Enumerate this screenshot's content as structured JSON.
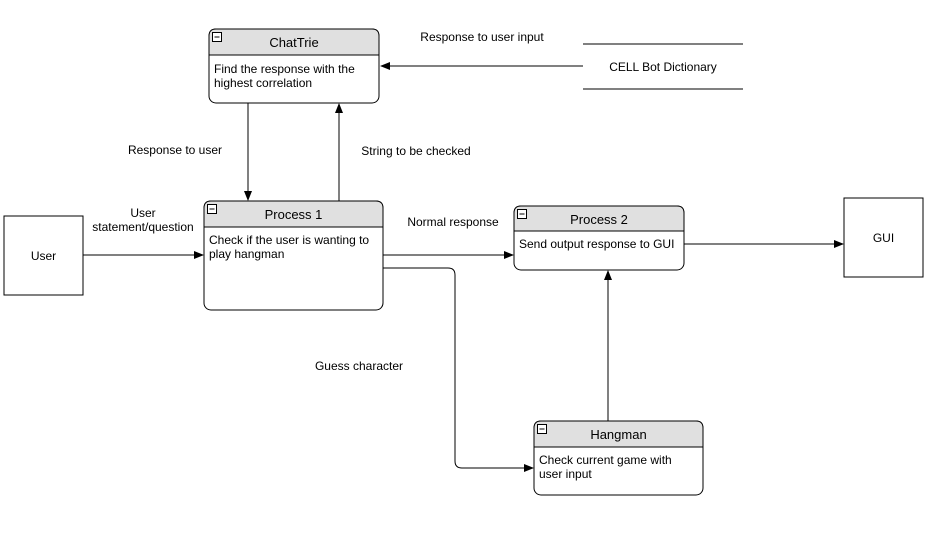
{
  "entities": {
    "user": "User",
    "gui": "GUI",
    "datastore": "CELL Bot Dictionary"
  },
  "processes": {
    "chattrie": {
      "title": "ChatTrie",
      "body": [
        "Find the response with the",
        "highest correlation"
      ]
    },
    "process1": {
      "title": "Process 1",
      "body": [
        "Check if the user is wanting to",
        "play hangman"
      ]
    },
    "process2": {
      "title": "Process 2",
      "body": [
        "Send output response to GUI"
      ]
    },
    "hangman": {
      "title": "Hangman",
      "body": [
        "Check current game with",
        "user input"
      ]
    }
  },
  "flows": {
    "response_to_user_input": "Response to user input",
    "response_to_user": "Response to user",
    "string_to_be_checked": "String to be checked",
    "user_statement": [
      "User",
      "statement/question"
    ],
    "normal_response": "Normal response",
    "guess_character": "Guess character"
  },
  "colors": {
    "header_fill": "#e0e0e0",
    "stroke": "#000000",
    "background": "#ffffff"
  },
  "icons": {
    "collapse": "minus-square-icon"
  }
}
